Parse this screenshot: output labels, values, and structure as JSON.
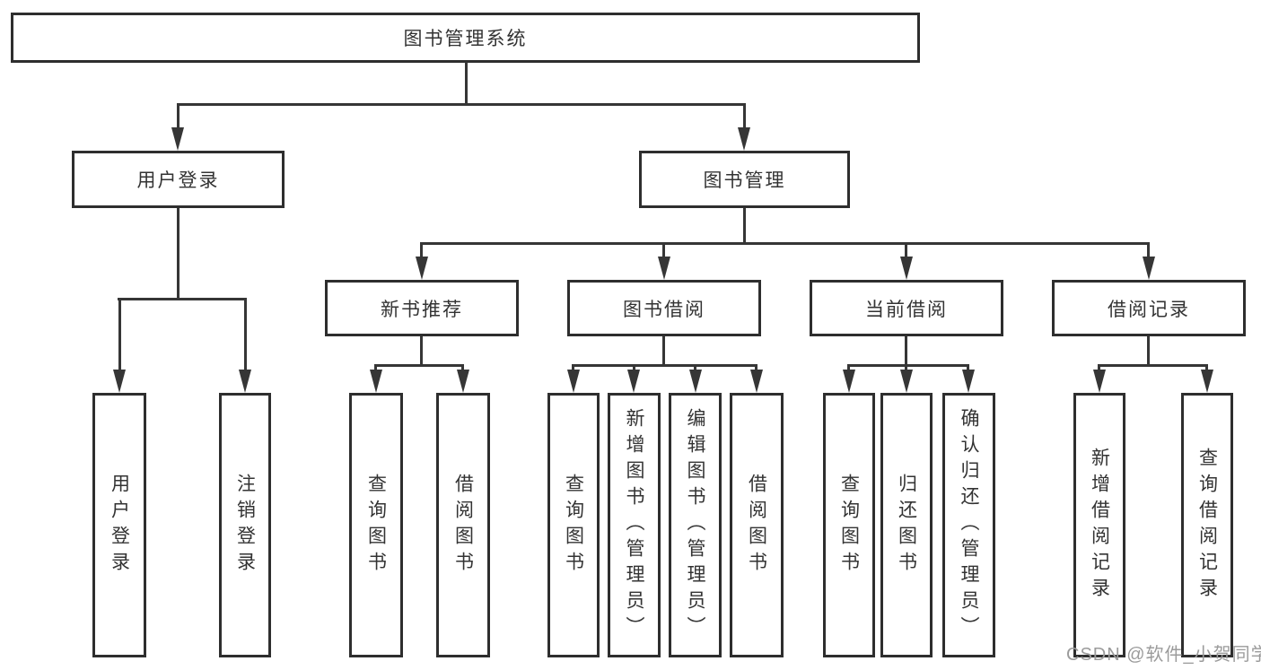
{
  "diagram": {
    "root": {
      "label": "图书管理系统"
    },
    "user_login": {
      "label": "用户登录",
      "children": [
        {
          "label": "用户登录"
        },
        {
          "label": "注销登录"
        }
      ]
    },
    "book_mgmt": {
      "label": "图书管理",
      "children": [
        {
          "label": "新书推荐",
          "children": [
            {
              "label": "查询图书"
            },
            {
              "label": "借阅图书"
            }
          ]
        },
        {
          "label": "图书借阅",
          "children": [
            {
              "label": "查询图书"
            },
            {
              "label": "新增图书（管理员）"
            },
            {
              "label": "编辑图书（管理员）"
            },
            {
              "label": "借阅图书"
            }
          ]
        },
        {
          "label": "当前借阅",
          "children": [
            {
              "label": "查询图书"
            },
            {
              "label": "归还图书"
            },
            {
              "label": "确认归还（管理员）"
            }
          ]
        },
        {
          "label": "借阅记录",
          "children": [
            {
              "label": "新增借阅记录"
            },
            {
              "label": "查询借阅记录"
            }
          ]
        }
      ]
    }
  },
  "watermark": {
    "text": "CSDN @软件_小贺同学"
  },
  "colors": {
    "line": "#363636",
    "box_border": "#2e2e2e",
    "text": "#333333",
    "watermark": "#9b9b9b",
    "background": "#ffffff"
  }
}
